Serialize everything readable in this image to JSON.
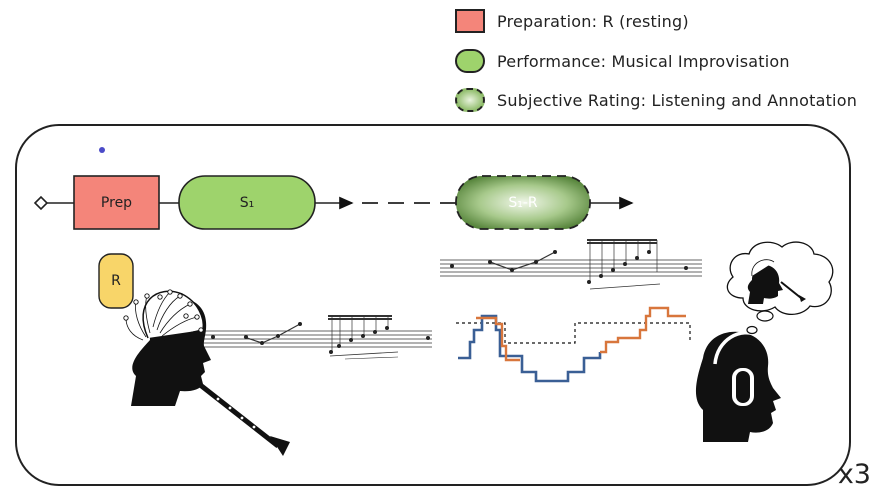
{
  "legend": [
    {
      "label": "Preparation: R (resting)",
      "shape": "rect",
      "color": "#f4857a"
    },
    {
      "label": "Performance: Musical Improvisation",
      "shape": "rounded",
      "color": "#9ed36c"
    },
    {
      "label": "Subjective Rating: Listening and Annotation",
      "shape": "rounded-dashed-gradient",
      "color": "#7aa85a"
    }
  ],
  "nodes": {
    "prep": "Prep",
    "s1": "S₁",
    "s1r": "S₁-R",
    "r": "R"
  },
  "repeat_label": "x3",
  "colors": {
    "prep": "#f4857a",
    "performance": "#9ed36c",
    "resting": "#f8d569",
    "annotation_orange": "#d8763c",
    "annotation_blue": "#3a5f95"
  },
  "icons": [
    "eeg-head-icon",
    "clarinet-icon",
    "headphones-head-icon",
    "thought-bubble-icon",
    "music-score-icon"
  ]
}
